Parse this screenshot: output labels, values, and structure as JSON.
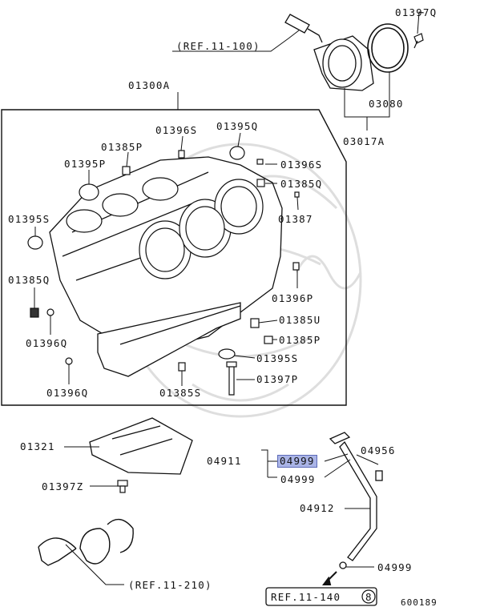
{
  "diagram_code": "600189",
  "refs": {
    "ref_top": "(REF.11-100)",
    "ref_bottom": "(REF.11-210)",
    "ref_oil": "REF.11-140",
    "ref_oil_circle": "8"
  },
  "parts": {
    "p01397Q": "01397Q",
    "p03080": "03080",
    "p03017A": "03017A",
    "p01300A": "01300A",
    "p01396S_a": "01396S",
    "p01395Q": "01395Q",
    "p01385P_a": "01385P",
    "p01395P": "01395P",
    "p01396S_b": "01396S",
    "p01385Q_a": "01385Q",
    "p01395S_a": "01395S",
    "p01387": "01387",
    "p01385Q_b": "01385Q",
    "p01396P": "01396P",
    "p01385U": "01385U",
    "p01396Q_a": "01396Q",
    "p01385P_b": "01385P",
    "p01395S_b": "01395S",
    "p01396Q_b": "01396Q",
    "p01385S": "01385S",
    "p01397P": "01397P",
    "p01321": "01321",
    "p04911": "04911",
    "p04999_hl": "04999",
    "p04999_b": "04999",
    "p04956": "04956",
    "p01397Z": "01397Z",
    "p04912": "04912",
    "p04999_c": "04999"
  },
  "colors": {
    "line": "#111111",
    "highlight": "#aab4e6",
    "watermark": "#d9d9d9"
  }
}
